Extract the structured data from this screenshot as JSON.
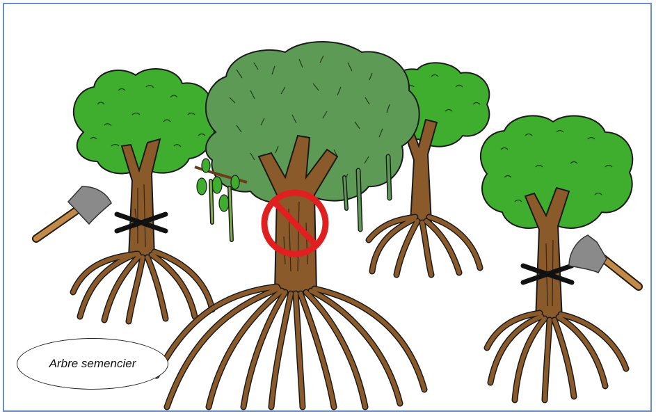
{
  "caption": {
    "label": "Arbre semencier"
  },
  "colors": {
    "frame_border": "#6a8fc8",
    "foliage_bright": "#3fae2f",
    "foliage_seed_tree": "#5a9a52",
    "trunk_roots": "#8b5a2b",
    "prohibition": "#e02020",
    "cut_mark": "#111111",
    "axe_blade": "#8a8a8a",
    "axe_handle": "#c08a4a"
  },
  "icons": [
    "axe-icon-left",
    "axe-icon-right",
    "prohibited-icon",
    "cut-mark-left",
    "cut-mark-right"
  ]
}
